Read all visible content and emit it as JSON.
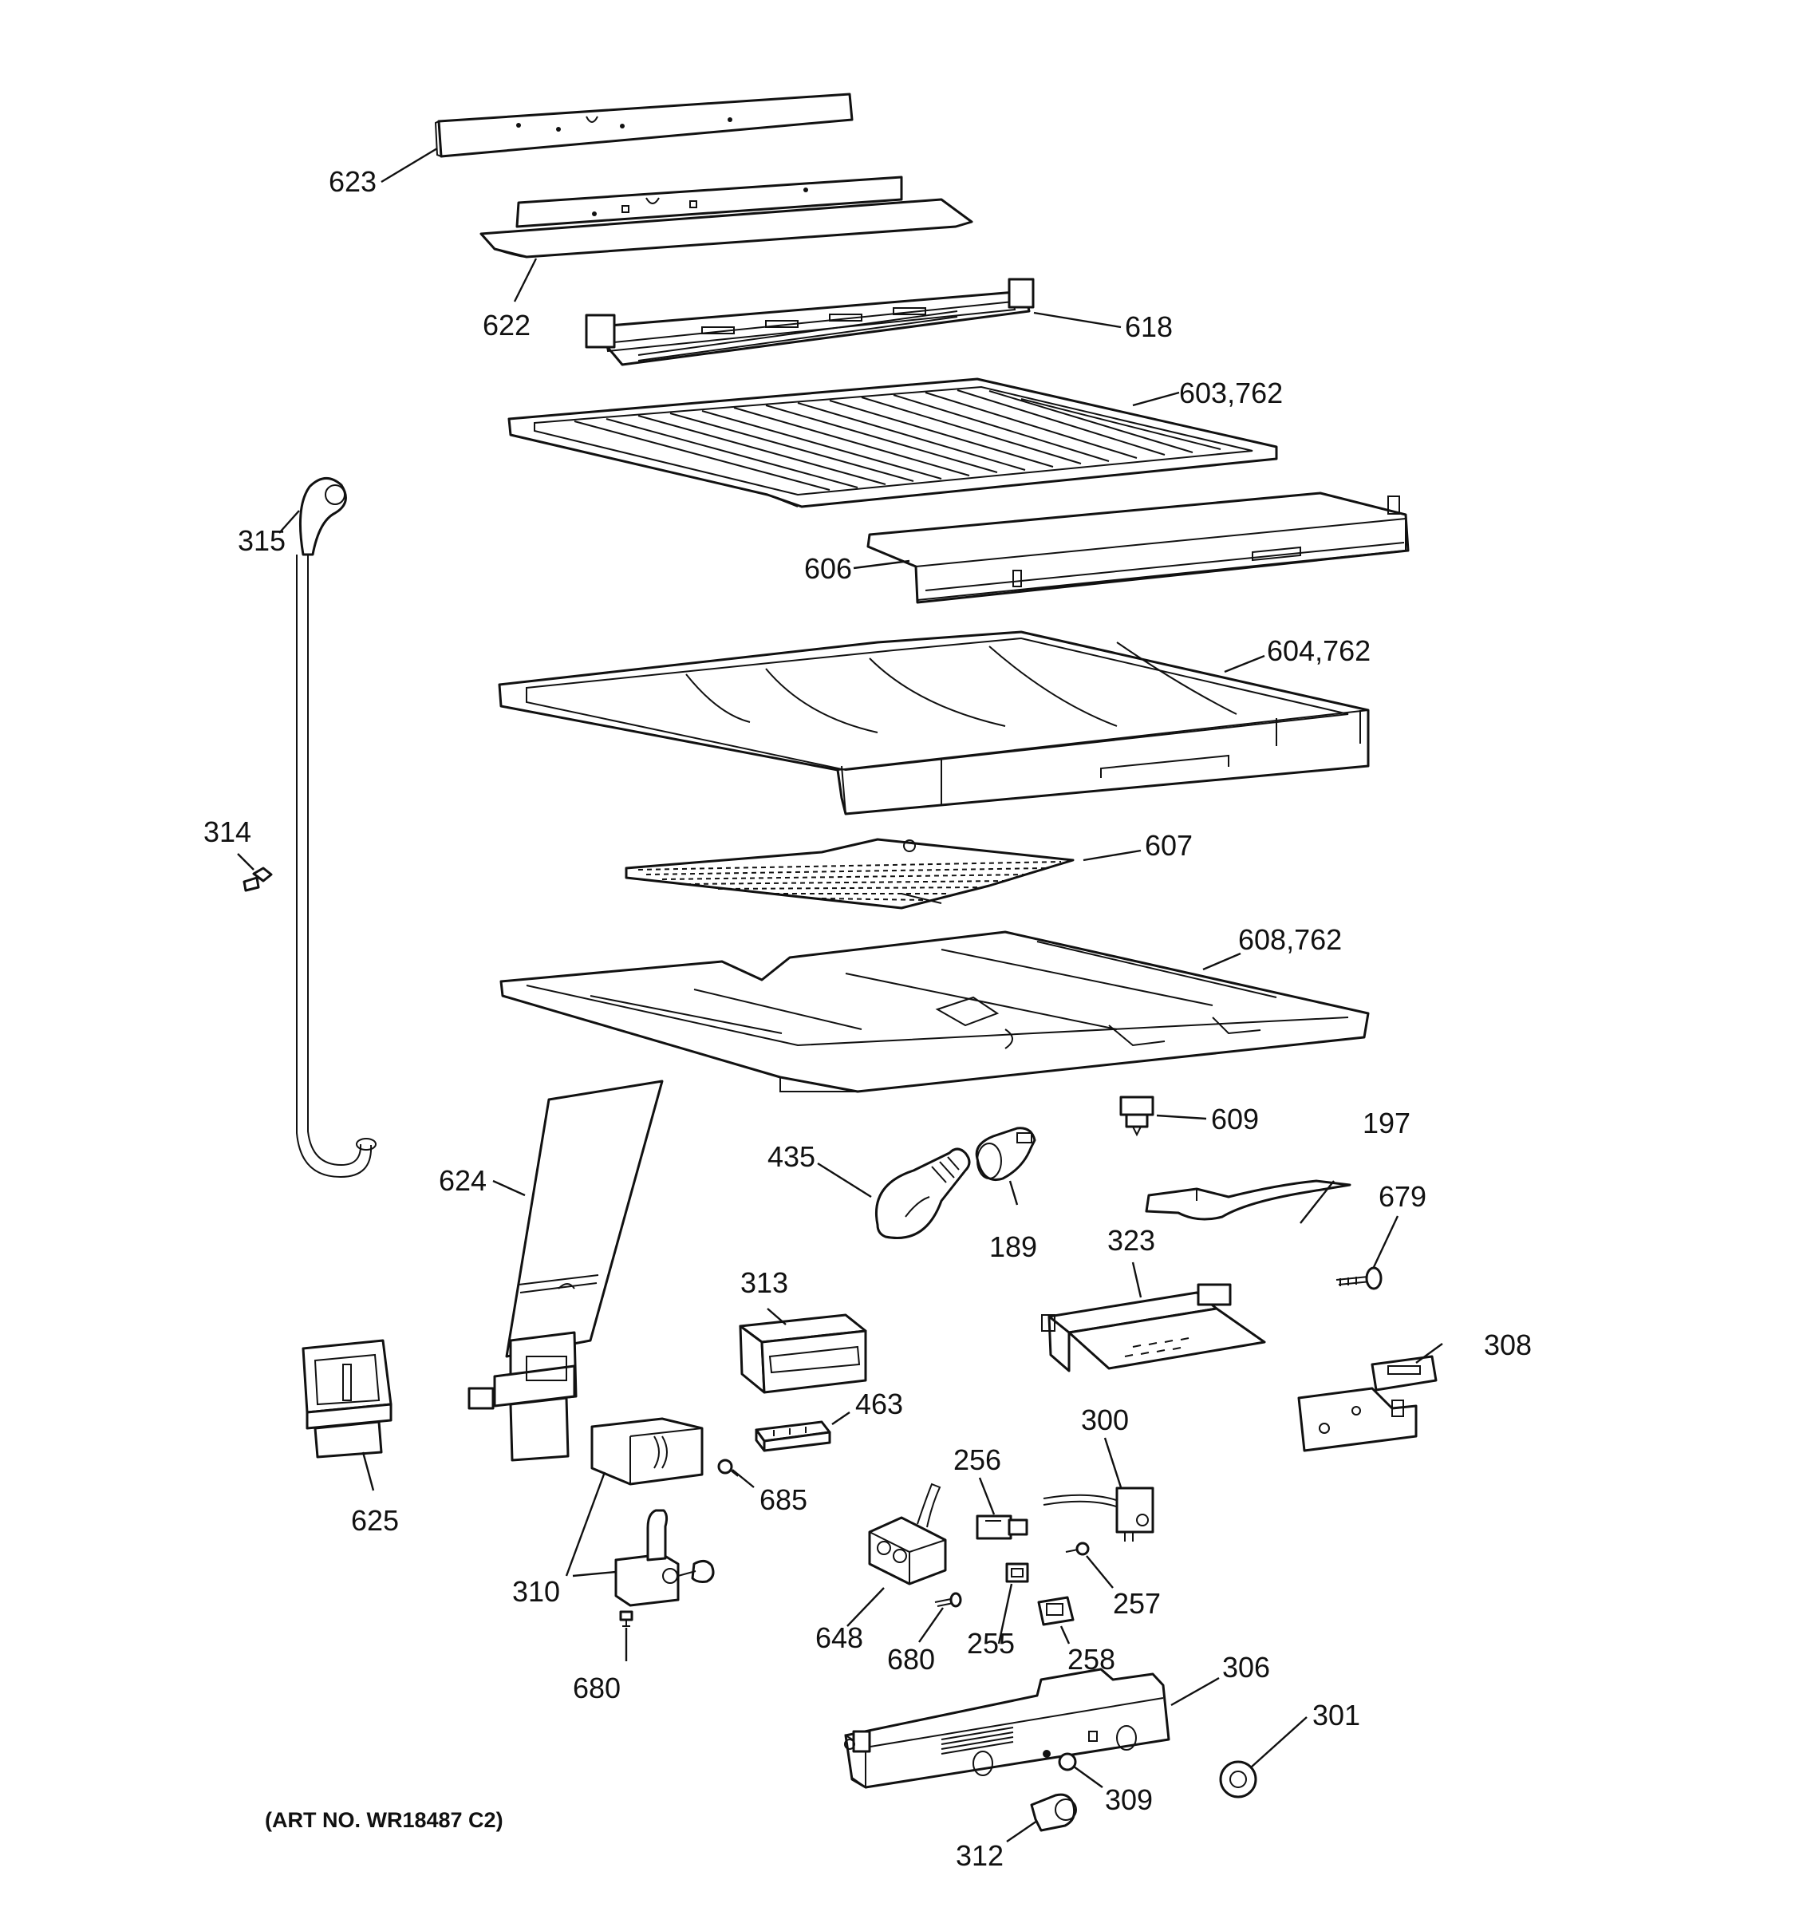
{
  "diagram": {
    "parts": [
      {
        "id": "623",
        "label": "623"
      },
      {
        "id": "622",
        "label": "622"
      },
      {
        "id": "618",
        "label": "618"
      },
      {
        "id": "603-762",
        "label": "603,762"
      },
      {
        "id": "315",
        "label": "315"
      },
      {
        "id": "606",
        "label": "606"
      },
      {
        "id": "604-762",
        "label": "604,762"
      },
      {
        "id": "314",
        "label": "314"
      },
      {
        "id": "607",
        "label": "607"
      },
      {
        "id": "608-762",
        "label": "608,762"
      },
      {
        "id": "609",
        "label": "609"
      },
      {
        "id": "624",
        "label": "624"
      },
      {
        "id": "435",
        "label": "435"
      },
      {
        "id": "197",
        "label": "197"
      },
      {
        "id": "189",
        "label": "189"
      },
      {
        "id": "679",
        "label": "679"
      },
      {
        "id": "323",
        "label": "323"
      },
      {
        "id": "313",
        "label": "313"
      },
      {
        "id": "308",
        "label": "308"
      },
      {
        "id": "463",
        "label": "463"
      },
      {
        "id": "300",
        "label": "300"
      },
      {
        "id": "256",
        "label": "256"
      },
      {
        "id": "625",
        "label": "625"
      },
      {
        "id": "685",
        "label": "685"
      },
      {
        "id": "310",
        "label": "310"
      },
      {
        "id": "648",
        "label": "648"
      },
      {
        "id": "257",
        "label": "257"
      },
      {
        "id": "255",
        "label": "255"
      },
      {
        "id": "680a",
        "label": "680"
      },
      {
        "id": "258",
        "label": "258"
      },
      {
        "id": "680b",
        "label": "680"
      },
      {
        "id": "306",
        "label": "306"
      },
      {
        "id": "301",
        "label": "301"
      },
      {
        "id": "309",
        "label": "309"
      },
      {
        "id": "312",
        "label": "312"
      }
    ],
    "art_number": "(ART NO. WR18487 C2)"
  }
}
